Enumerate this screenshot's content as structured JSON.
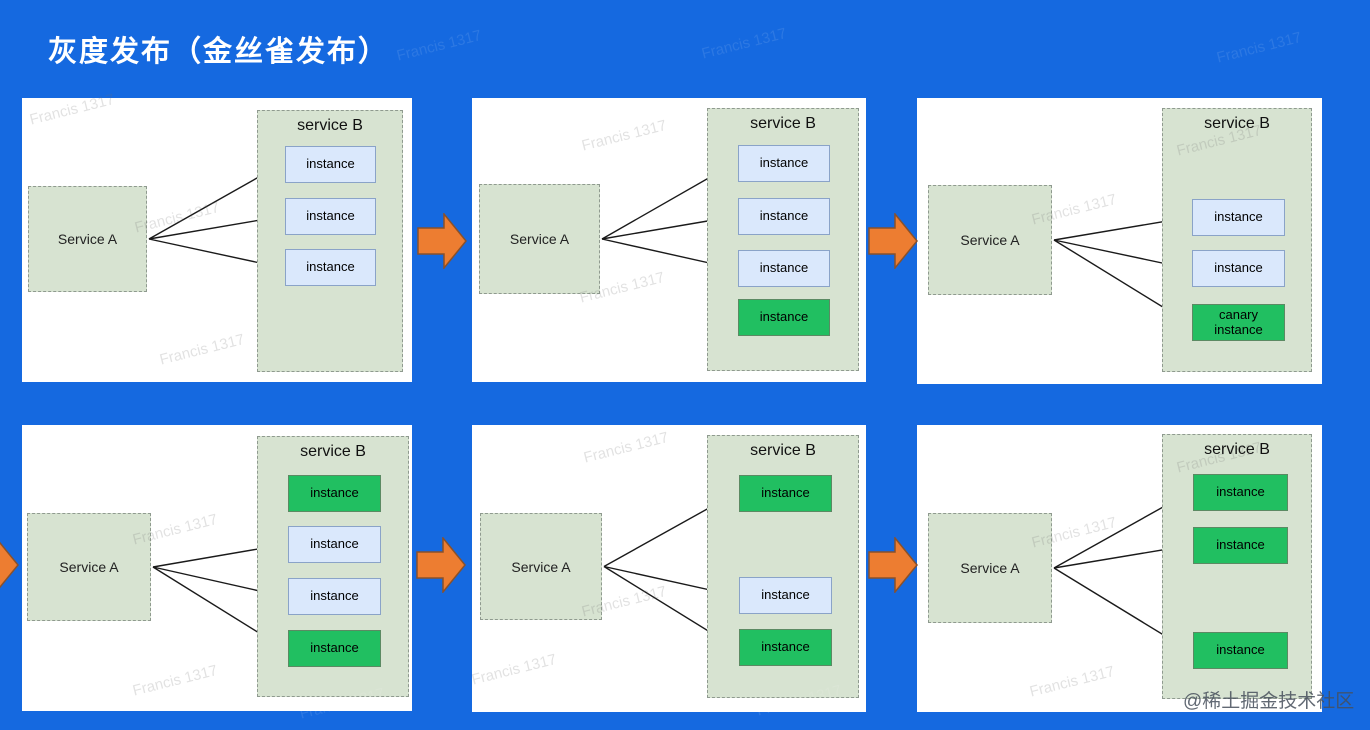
{
  "title": {
    "text": "灰度发布（金丝雀发布）"
  },
  "watermark": {
    "diagonal": "Francis 1317",
    "corner": "@稀土掘金技术社区"
  },
  "colors": {
    "background": "#1569e0",
    "panel": "#ffffff",
    "service_box_fill": "#d7e3d1",
    "service_box_border": "#8f9a8f",
    "instance_fill": "#dae8fc",
    "instance_border": "#8aa3c8",
    "canary_fill": "#21bf61",
    "canary_border": "#5b8a63",
    "flow_arrow_fill": "#ed7d31",
    "flow_arrow_border": "#8a512a",
    "connector": "#1a1a1a"
  },
  "panels": [
    {
      "name": "step-1",
      "service_a_label": "Service A",
      "service_b_title": "service B",
      "instances": [
        {
          "label": "instance",
          "variant": "stable",
          "arrow": true
        },
        {
          "label": "instance",
          "variant": "stable",
          "arrow": true
        },
        {
          "label": "instance",
          "variant": "stable",
          "arrow": true
        }
      ]
    },
    {
      "name": "step-2",
      "service_a_label": "Service A",
      "service_b_title": "service B",
      "instances": [
        {
          "label": "instance",
          "variant": "stable",
          "arrow": true
        },
        {
          "label": "instance",
          "variant": "stable",
          "arrow": true
        },
        {
          "label": "instance",
          "variant": "stable",
          "arrow": true
        },
        {
          "label": "instance",
          "variant": "canary",
          "arrow": false
        }
      ]
    },
    {
      "name": "step-3",
      "service_a_label": "Service A",
      "service_b_title": "service B",
      "instances": [
        {
          "label": "instance",
          "variant": "stable",
          "arrow": true
        },
        {
          "label": "instance",
          "variant": "stable",
          "arrow": true
        },
        {
          "label": "canary instance",
          "variant": "canary",
          "arrow": true
        }
      ]
    },
    {
      "name": "step-4",
      "service_a_label": "Service A",
      "service_b_title": "service B",
      "instances": [
        {
          "label": "instance",
          "variant": "canary",
          "arrow": false
        },
        {
          "label": "instance",
          "variant": "stable",
          "arrow": true
        },
        {
          "label": "instance",
          "variant": "stable",
          "arrow": true
        },
        {
          "label": "instance",
          "variant": "canary",
          "arrow": true
        }
      ]
    },
    {
      "name": "step-5",
      "service_a_label": "Service A",
      "service_b_title": "service B",
      "instances": [
        {
          "label": "instance",
          "variant": "canary",
          "arrow": true
        },
        {
          "label": "instance",
          "variant": "stable",
          "arrow": true
        },
        {
          "label": "instance",
          "variant": "canary",
          "arrow": true
        }
      ]
    },
    {
      "name": "step-6",
      "service_a_label": "Service A",
      "service_b_title": "service B",
      "instances": [
        {
          "label": "instance",
          "variant": "canary",
          "arrow": true
        },
        {
          "label": "instance",
          "variant": "canary",
          "arrow": true
        },
        {
          "label": "instance",
          "variant": "canary",
          "arrow": true
        }
      ]
    }
  ]
}
